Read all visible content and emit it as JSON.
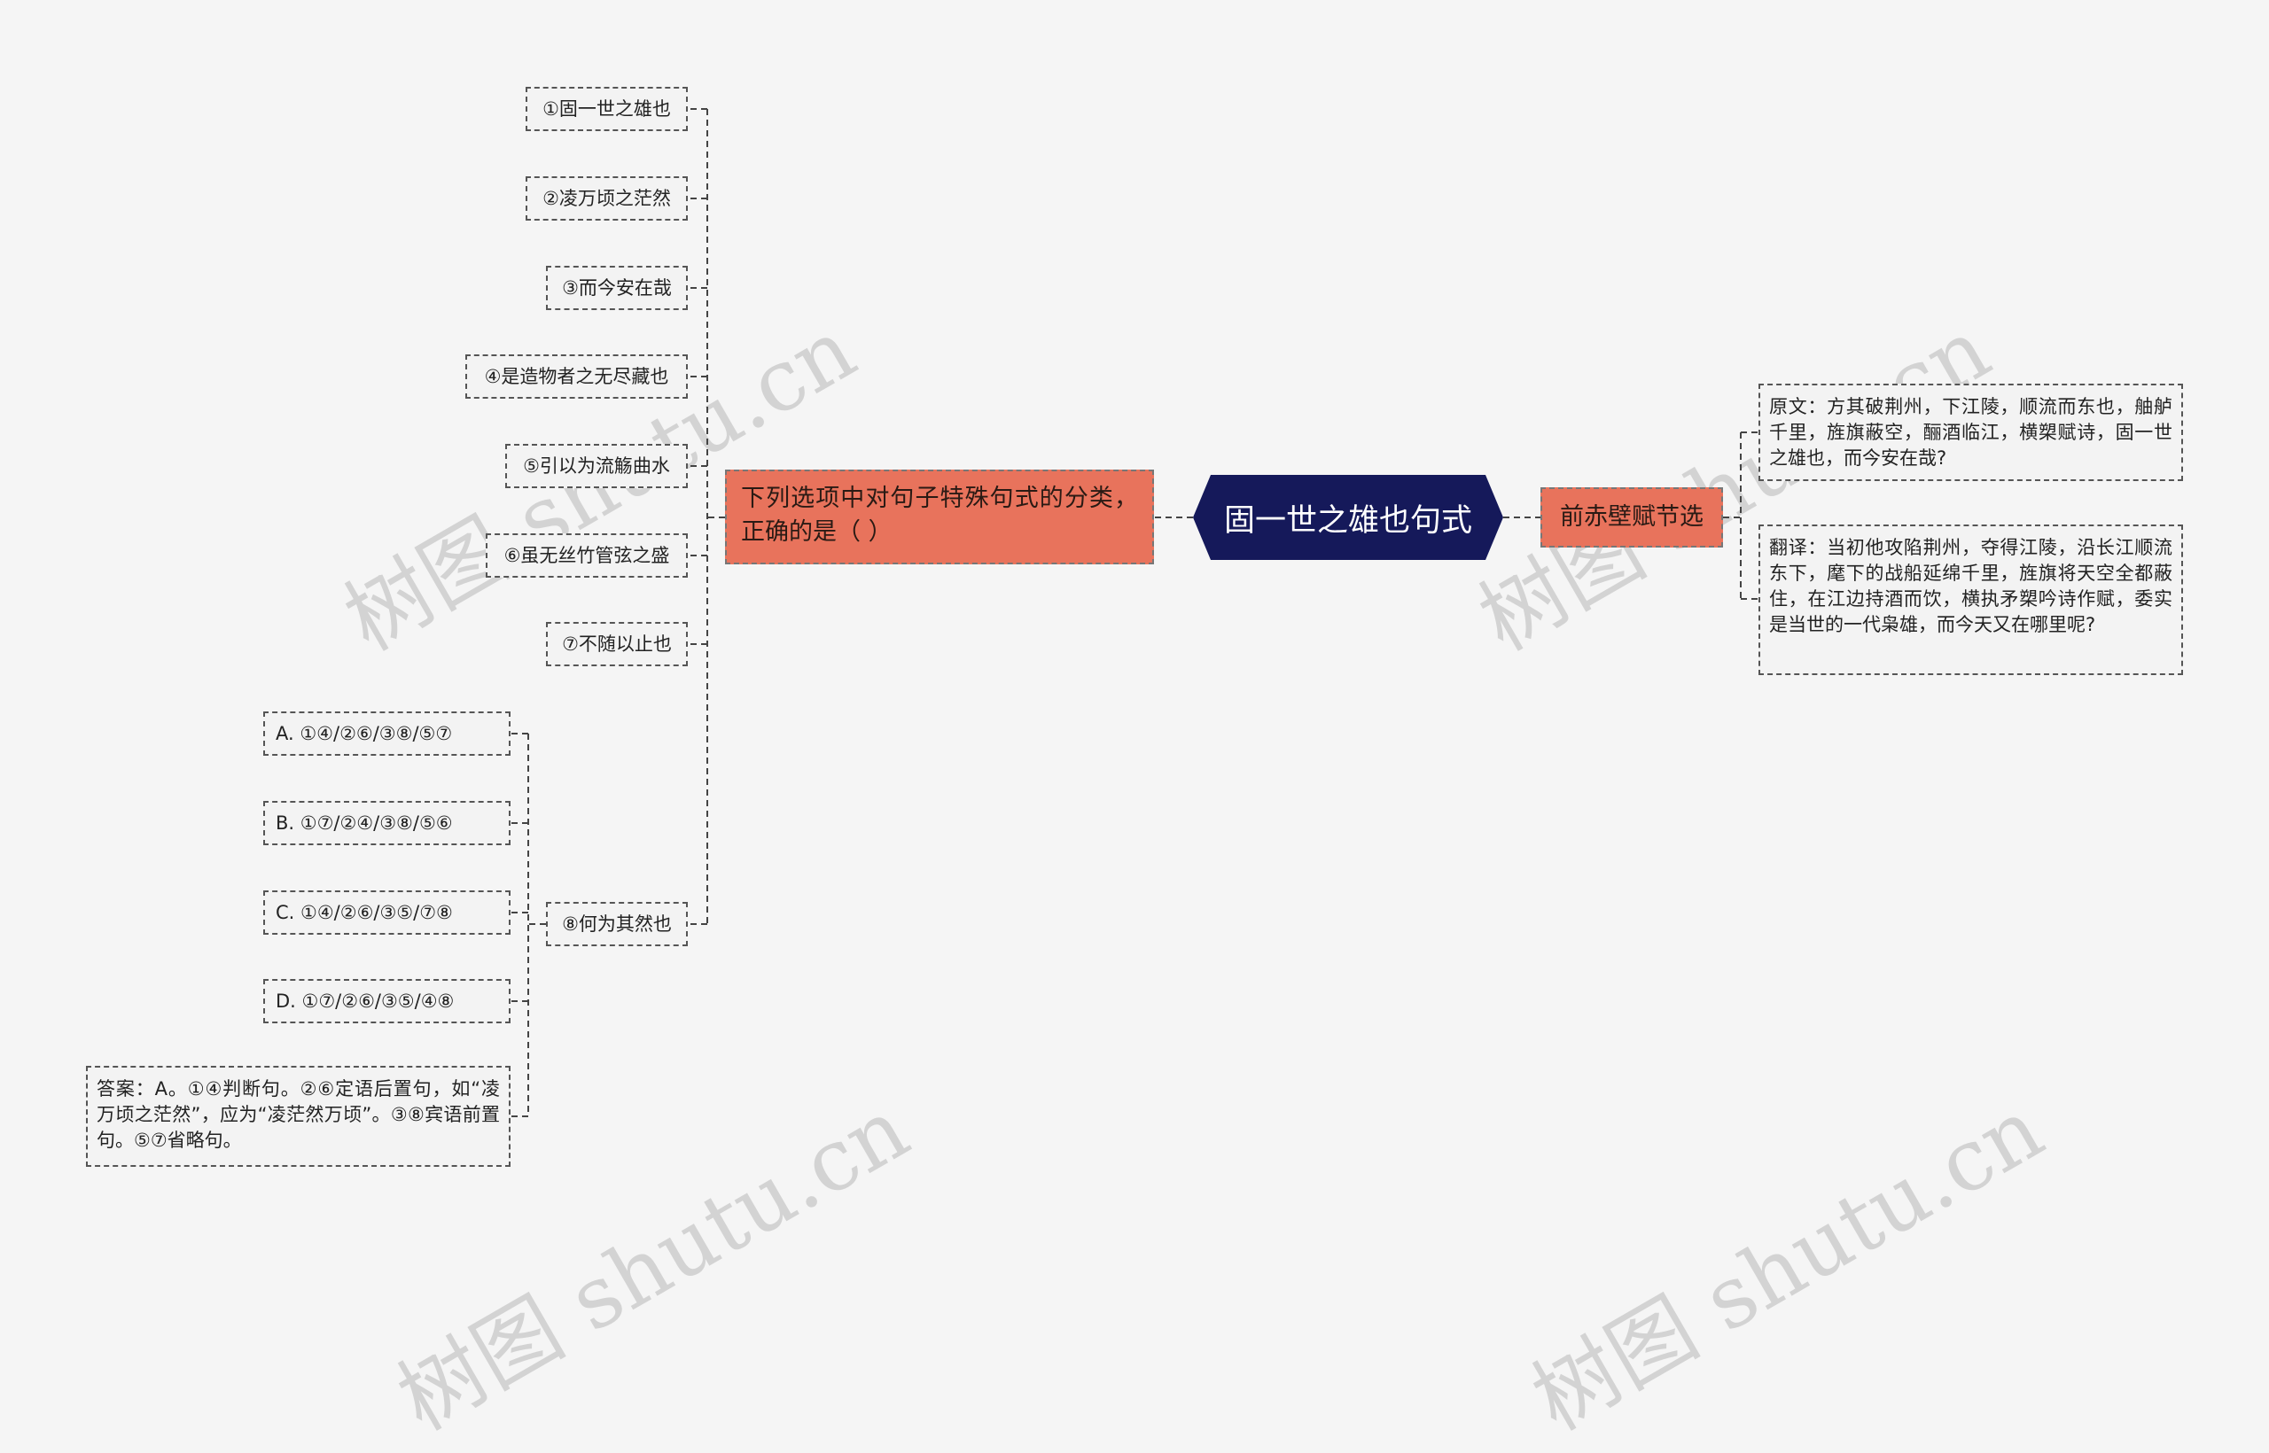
{
  "root": {
    "label": "固一世之雄也句式"
  },
  "question": {
    "label": "下列选项中对句子特殊句式的分类，正确的是（ ）"
  },
  "sentences": [
    "①固一世之雄也",
    "②凌万顷之茫然",
    "③而今安在哉",
    "④是造物者之无尽藏也",
    "⑤引以为流觞曲水",
    "⑥虽无丝竹管弦之盛",
    "⑦不随以止也",
    "⑧何为其然也"
  ],
  "options": [
    "A. ①④/②⑥/③⑧/⑤⑦",
    "B. ①⑦/②④/③⑧/⑤⑥",
    "C. ①④/②⑥/③⑤/⑦⑧",
    "D. ①⑦/②⑥/③⑤/④⑧"
  ],
  "answer": "答案：A。①④判断句。②⑥定语后置句，如“凌万顷之茫然”，应为“凌茫然万顷”。③⑧宾语前置句。⑤⑦省略句。",
  "excerpt": {
    "label": "前赤壁赋节选",
    "original": "原文：方其破荆州，下江陵，顺流而东也，舳舻千里，旌旗蔽空，酾酒临江，横槊赋诗，固一世之雄也，而今安在哉?",
    "translation": "翻译：当初他攻陷荆州，夺得江陵，沿长江顺流东下，麾下的战船延绵千里，旌旗将天空全都蔽住，在江边持酒而饮，横执矛槊吟诗作赋，委实是当世的一代枭雄，而今天又在哪里呢?"
  },
  "watermark": "树图 shutu.cn",
  "colors": {
    "root_fill": "#15195a",
    "branch_fill": "#e8735c",
    "line": "#444444",
    "background": "#f5f5f5"
  }
}
